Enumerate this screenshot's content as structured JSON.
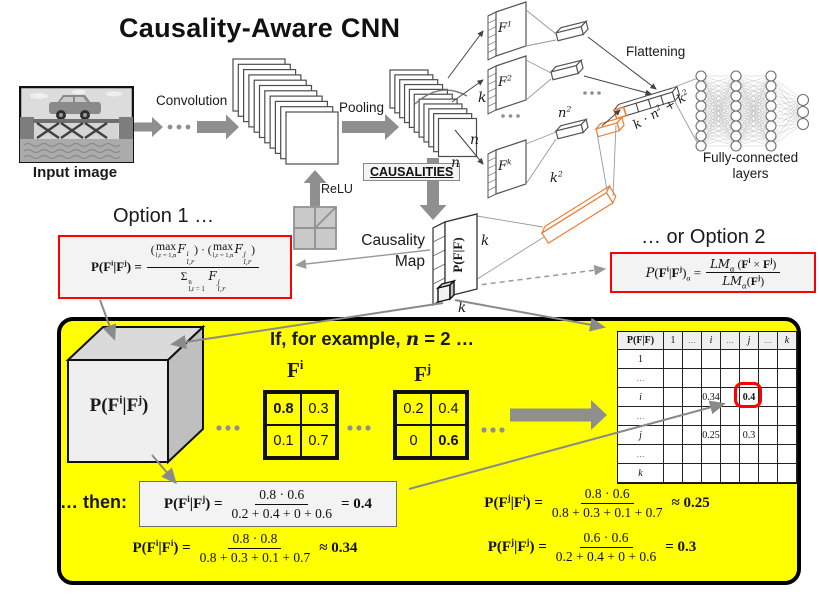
{
  "title": "Causality-Aware CNN",
  "pipeline": {
    "input_image_label": "Input image",
    "convolution": "Convolution",
    "pooling": "Pooling",
    "relu": "ReLU",
    "causalities": "CAUSALITIES",
    "flattening": "Flattening",
    "fully_connected": "Fully-connected layers",
    "k": "k",
    "n_right": "n",
    "n_bottom": "n",
    "f1": [
      {
        "t": "F",
        "i": true,
        "sup": "1"
      }
    ],
    "f2": [
      {
        "t": "F",
        "i": true,
        "sup": "2"
      }
    ],
    "fk": [
      {
        "t": "F",
        "i": true,
        "sup": "k"
      }
    ],
    "n_sq": [
      {
        "t": "n",
        "i": true,
        "sup": "2"
      }
    ],
    "k_sq": [
      {
        "t": "k",
        "i": true,
        "sup": "2"
      }
    ],
    "concat": [
      {
        "t": "k · n",
        "i": true,
        "sup": "2"
      },
      {
        "t": " + k",
        "i": true,
        "sup": "2"
      }
    ]
  },
  "causality_map": {
    "line1": "Causality",
    "line2": "Map",
    "slab": "P(F|F)",
    "k_right": "k",
    "k_bottom": "k"
  },
  "option1": {
    "title": "Option 1 …",
    "lhs": [
      {
        "t": "P(F",
        "b": true,
        "sup": "i"
      },
      {
        "t": "|F",
        "b": true,
        "sup": "j"
      },
      {
        "t": ") = ",
        "b": true
      }
    ],
    "num": [
      {
        "t": "("
      },
      {
        "t": "max",
        "under": "l,r = 1,n"
      },
      {
        "t": "F",
        "i": true,
        "sup": "i",
        "sub": "l,r"
      },
      {
        "t": ") · ("
      },
      {
        "t": "max",
        "under": "l,r = 1,n"
      },
      {
        "t": "F",
        "i": true,
        "sup": "j",
        "sub": "l,r"
      },
      {
        "t": ")"
      }
    ],
    "den": [
      {
        "t": "Σ",
        "sup": "n",
        "sub": "l,r = 1"
      },
      {
        "t": " F",
        "i": true,
        "sup": "j",
        "sub": "l,r"
      }
    ]
  },
  "option2": {
    "title": "… or Option 2",
    "lhs": [
      {
        "t": "P",
        "i": true
      },
      {
        "t": "("
      },
      {
        "t": "F",
        "b": true,
        "sup": "i"
      },
      {
        "t": "|"
      },
      {
        "t": "F",
        "b": true,
        "sup": "j"
      },
      {
        "t": ")",
        "sub": "α"
      },
      {
        "t": " ="
      }
    ],
    "num": [
      {
        "t": "LM",
        "i": true,
        "sub": "α"
      },
      {
        "t": " ("
      },
      {
        "t": "F",
        "b": true,
        "sup": "i"
      },
      {
        "t": " × "
      },
      {
        "t": "F",
        "b": true,
        "sup": "j"
      },
      {
        "t": ")"
      }
    ],
    "den": [
      {
        "t": "LM",
        "i": true,
        "sub": "α"
      },
      {
        "t": "("
      },
      {
        "t": "F",
        "b": true,
        "sup": "j"
      },
      {
        "t": ")"
      }
    ]
  },
  "example": {
    "intro": [
      {
        "t": "If, for example, "
      },
      {
        "t": "n",
        "i": true
      },
      {
        "t": " = 2 …"
      }
    ],
    "cube": [
      {
        "t": "P(",
        "b": true
      },
      {
        "t": "F",
        "b": true,
        "sup": "i"
      },
      {
        "t": "|",
        "b": true
      },
      {
        "t": "F",
        "b": true,
        "sup": "j"
      },
      {
        "t": ")",
        "b": true
      }
    ],
    "fi_label": [
      {
        "t": "F",
        "b": true,
        "sup": "i"
      }
    ],
    "fj_label": [
      {
        "t": "F",
        "b": true,
        "sup": "j"
      }
    ],
    "f_i": {
      "values": [
        [
          "0.8",
          "0.3"
        ],
        [
          "0.1",
          "0.7"
        ]
      ],
      "bold": [
        [
          true,
          false
        ],
        [
          false,
          false
        ]
      ]
    },
    "f_j": {
      "values": [
        [
          "0.2",
          "0.4"
        ],
        [
          "0",
          "0.6"
        ]
      ],
      "bold": [
        [
          false,
          false
        ],
        [
          false,
          true
        ]
      ]
    },
    "table": {
      "title": "P(F|F)",
      "col_labels": [
        "1",
        "…",
        "i",
        "…",
        "j",
        "…",
        "k"
      ],
      "row_labels": [
        "1",
        "…",
        "i",
        "…",
        "j",
        "…",
        "k"
      ],
      "grid": [
        [
          "",
          "",
          "",
          "",
          "",
          "",
          ""
        ],
        [
          "",
          "",
          "",
          "",
          "",
          "",
          ""
        ],
        [
          "",
          "",
          "0.34",
          "",
          "0.4",
          "",
          ""
        ],
        [
          "",
          "",
          "",
          "",
          "",
          "",
          ""
        ],
        [
          "",
          "",
          "0.25",
          "",
          "0.3",
          "",
          ""
        ],
        [
          "",
          "",
          "",
          "",
          "",
          "",
          ""
        ],
        [
          "",
          "",
          "",
          "",
          "",
          "",
          ""
        ]
      ],
      "highlight": {
        "row": 2,
        "col": 4
      }
    },
    "then_label": "… then:",
    "f1": {
      "lhs": [
        {
          "t": "P(F",
          "b": true,
          "sup": "i"
        },
        {
          "t": "|F",
          "b": true,
          "sup": "j"
        },
        {
          "t": ") =",
          "b": true
        }
      ],
      "num": "0.8 · 0.6",
      "den": "0.2 + 0.4 + 0 + 0.6",
      "res": "= 0.4"
    },
    "f2": {
      "lhs": [
        {
          "t": "P(F",
          "b": true,
          "sup": "i"
        },
        {
          "t": "|F",
          "b": true,
          "sup": "i"
        },
        {
          "t": ") =",
          "b": true
        }
      ],
      "num": "0.8 · 0.8",
      "den": "0.8 + 0.3 + 0.1 + 0.7",
      "res": "≈ 0.34"
    },
    "f3": {
      "lhs": [
        {
          "t": "P(F",
          "b": true,
          "sup": "j"
        },
        {
          "t": "|F",
          "b": true,
          "sup": "i"
        },
        {
          "t": ") =",
          "b": true
        }
      ],
      "num": "0.8 · 0.6",
      "den": "0.8 + 0.3 + 0.1 + 0.7",
      "res": "≈ 0.25"
    },
    "f4": {
      "lhs": [
        {
          "t": "P(F",
          "b": true,
          "sup": "j"
        },
        {
          "t": "|F",
          "b": true,
          "sup": "j"
        },
        {
          "t": ") =",
          "b": true
        }
      ],
      "num": "0.6 · 0.6",
      "den": "0.2 + 0.4 + 0 + 0.6",
      "res": "= 0.3"
    }
  }
}
